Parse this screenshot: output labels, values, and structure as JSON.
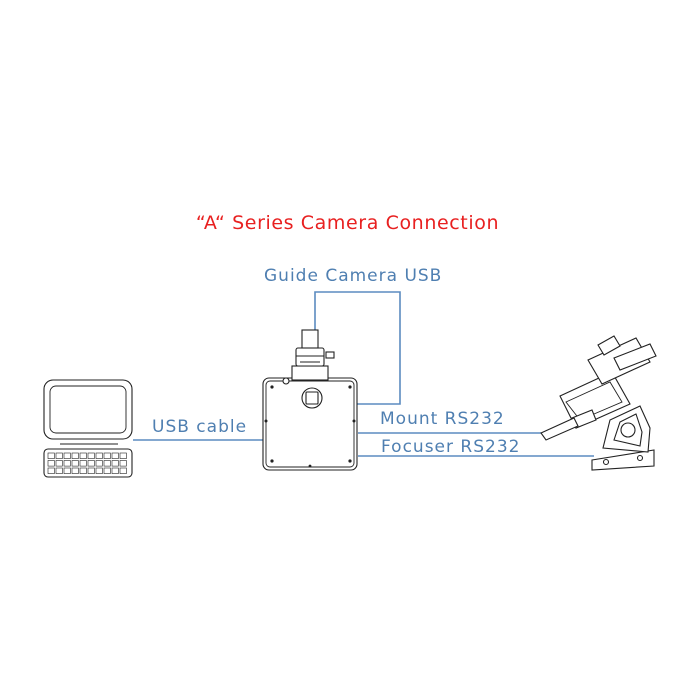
{
  "title": "“A“   Series Camera Connection",
  "labels": {
    "guide": "Guide Camera USB",
    "usb": "USB cable",
    "mount": "Mount RS232",
    "focuser": "Focuser RS232"
  },
  "colors": {
    "title": "#e82020",
    "wire": "#5b8bc0",
    "label": "#4f7fb1"
  }
}
